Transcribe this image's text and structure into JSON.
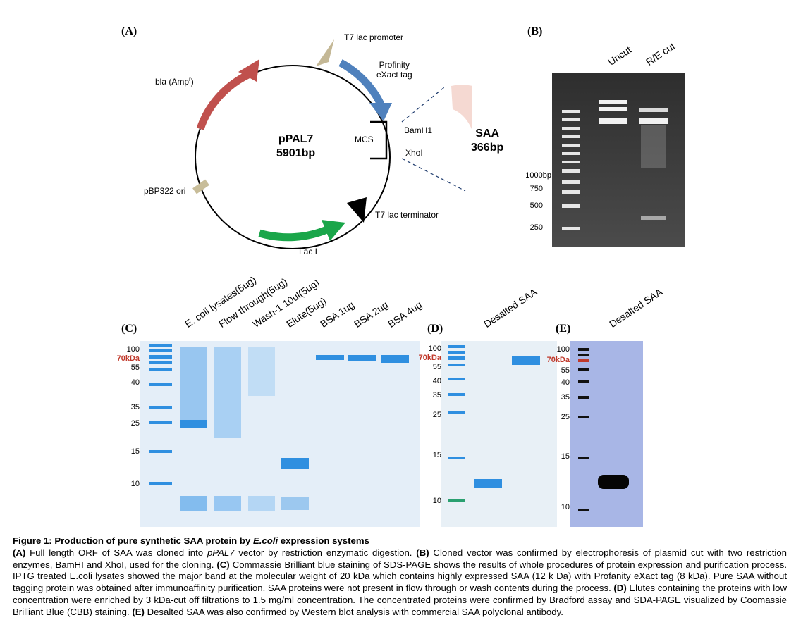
{
  "panelA": {
    "label": "(A)",
    "plasmid_name": "pPAL7",
    "plasmid_size": "5901bp",
    "features": {
      "t7_promoter": "T7 lac promoter",
      "tag_line1": "Profinity",
      "tag_line2": "eXact tag",
      "bla": "bla (Amp",
      "bla_sup": "r",
      "bla_close": ")",
      "ori": "pBP322 ori",
      "laci": "Lac I",
      "terminator": "T7 lac terminator",
      "mcs": "MCS",
      "bamh1": "BamH1",
      "xhoi": "XhoI"
    },
    "insert_name": "SAA",
    "insert_size": "366bp",
    "colors": {
      "bla": "#c0504d",
      "tag": "#4f81bd",
      "laci": "#1aa64a",
      "promoter": "#c4b896",
      "ori": "#c8bd99",
      "insert": "#f5d9d2"
    }
  },
  "panelB": {
    "label": "(B)",
    "lanes": [
      "Uncut",
      "R/E cut"
    ],
    "markers": [
      "1000bp",
      "750",
      "500",
      "250"
    ]
  },
  "panelC": {
    "label": "(C)",
    "lanes": [
      "E. coli lysates(5ug)",
      "Flow through(5ug)",
      "Wash-1 10ul(5ug)",
      "Elute(5ug)",
      "BSA 1ug",
      "BSA 2ug",
      "BSA 4ug"
    ],
    "markers": [
      "100",
      "70kDa",
      "55",
      "40",
      "35",
      "25",
      "15",
      "10"
    ]
  },
  "panelD": {
    "label": "(D)",
    "lanes": [
      "Desalted SAA"
    ],
    "markers": [
      "100",
      "70kDa",
      "55",
      "40",
      "35",
      "25",
      "15",
      "10"
    ]
  },
  "panelE": {
    "label": "(E)",
    "lanes": [
      "Desalted SAA"
    ],
    "markers": [
      "100",
      "70kDa",
      "55",
      "40",
      "35",
      "25",
      "15",
      "10"
    ]
  },
  "caption": {
    "title_pre": "Figure 1: Production of pure synthetic SAA protein by ",
    "title_ital": "E.coli",
    "title_post": " expression systems",
    "A_lbl": "(A)",
    "A_pre": " Full length ORF of SAA was cloned into ",
    "A_ital": "pPAL7",
    "A_post": " vector by restriction enzymatic digestion. ",
    "B_lbl": "(B)",
    "B_txt": " Cloned vector was confirmed by electrophoresis of plasmid cut with two restriction enzymes, BamHI and XhoI, used for the cloning. ",
    "C_lbl": "(C)",
    "C_txt": " Commassie Brilliant blue staining of SDS-PAGE shows the results of whole procedures of protein expression and purification process. IPTG treated E.coli lysates showed the major band at the molecular weight of 20 kDa which contains highly expressed SAA (12 k Da) with Profanity eXact tag (8 kDa). Pure SAA without tagging protein was obtained after immunoaffinity purification. SAA proteins were not present in flow through or wash contents during the process. ",
    "D_lbl": "(D)",
    "D_txt": " Elutes containing the proteins with low concentration were enriched by 3 kDa-cut off filtrations to 1.5 mg/ml concentration. The concentrated proteins were confirmed by Bradford assay and SDA-PAGE visualized by Coomassie Brilliant Blue (CBB) staining. ",
    "E_lbl": "(E)",
    "E_txt": " Desalted SAA was also confirmed by Western blot analysis with commercial SAA polyclonal antibody."
  }
}
